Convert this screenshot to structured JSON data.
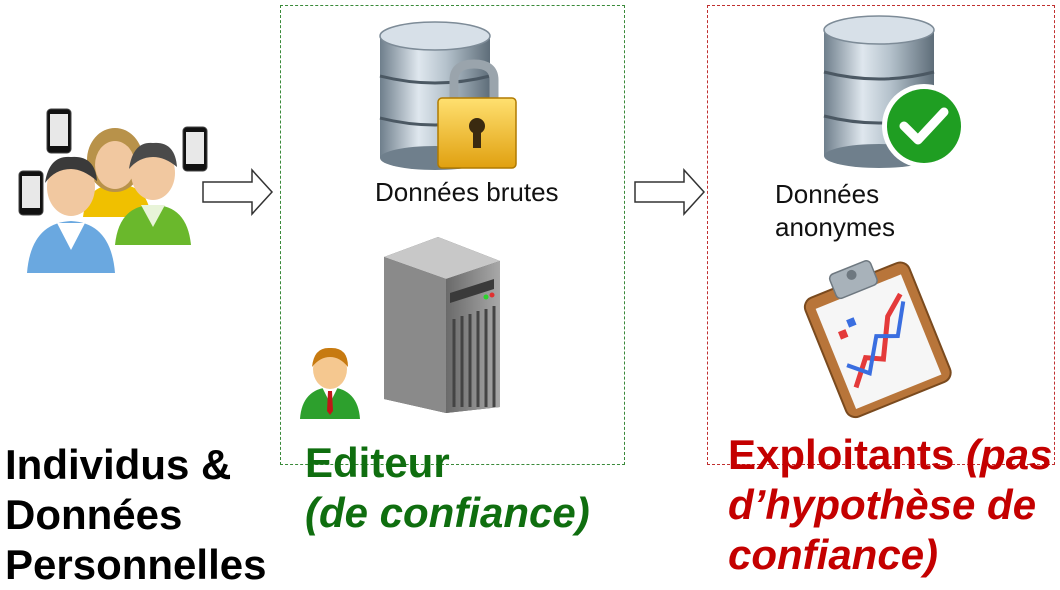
{
  "labels": {
    "raw_data": "Données brutes",
    "anon_line1": "Données",
    "anon_line2": "anonymes"
  },
  "titles": {
    "individus": [
      "Individus &",
      "Données",
      "Personnelles"
    ],
    "editeur_line1": "Editeur",
    "editeur_line2": "(de confiance)",
    "exploitants_bold": "Exploitants",
    "exploitants_italic_1": "(pas",
    "exploitants_italic_2": "d’hypothèse de",
    "exploitants_italic_3": "confiance)"
  },
  "colors": {
    "green_title": "#0f6e0f",
    "red_title": "#c40000",
    "green_border": "#3a8a3a",
    "red_border": "#c03030"
  },
  "icons": [
    "people-with-phones-icon",
    "locked-database-icon",
    "server-icon",
    "trusted-user-icon",
    "verified-database-icon",
    "clipboard-chart-icon",
    "arrow-right-icon"
  ]
}
